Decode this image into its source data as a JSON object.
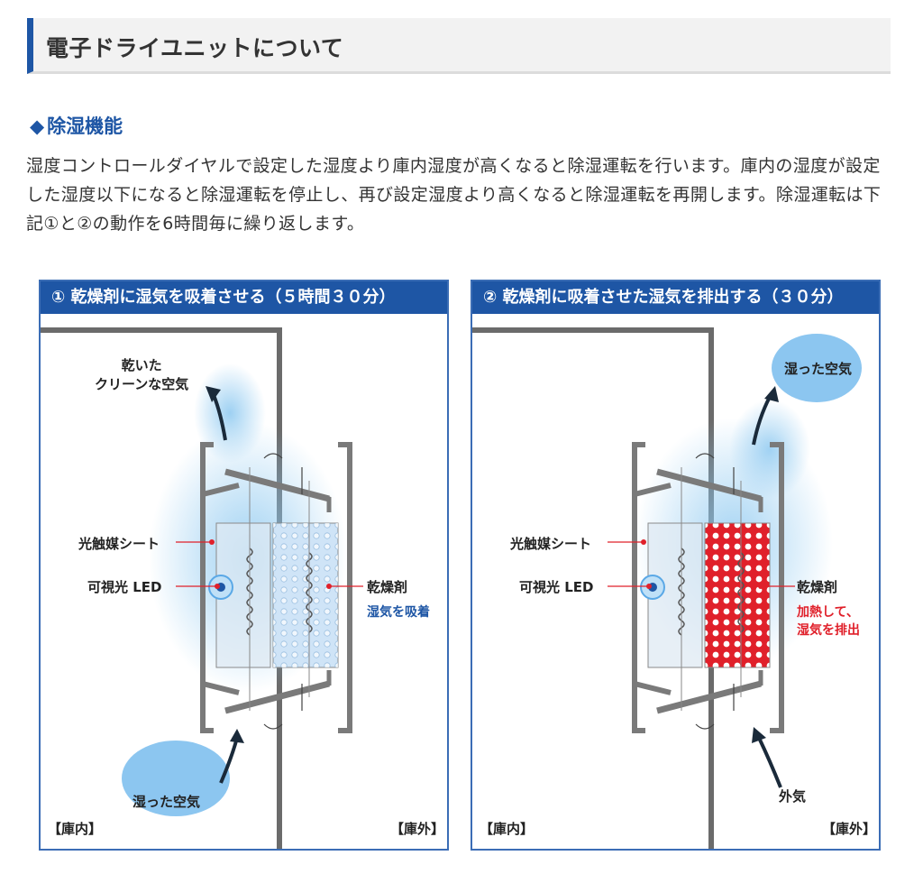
{
  "header": {
    "title": "電子ドライユニットについて"
  },
  "section": {
    "marker": "◆",
    "title": "除湿機能",
    "description": "湿度コントロールダイヤルで設定した湿度より庫内湿度が高くなると除湿運転を行います。庫内の湿度が設定した湿度以下になると除湿運転を停止し、再び設定湿度より高くなると除湿運転を再開します。除湿運転は下記①と②の動作を6時間毎に繰り返します。"
  },
  "panels": [
    {
      "title": "① 乾燥剤に湿気を吸着させる（５時間３０分）",
      "dry_air_line1": "乾いた",
      "dry_air_line2": "クリーンな空気",
      "photocatalyst": "光触媒シート",
      "led": "可視光 LED",
      "desiccant": "乾燥剤",
      "desiccant_note": "湿気を吸着",
      "humid_air": "湿った空気",
      "inside": "【庫内】",
      "outside": "【庫外】"
    },
    {
      "title": "② 乾燥剤に吸着させた湿気を排出する（３０分）",
      "humid_air": "湿った空気",
      "photocatalyst": "光触媒シート",
      "led": "可視光 LED",
      "desiccant": "乾燥剤",
      "desiccant_note_line1": "加熱して、",
      "desiccant_note_line2": "湿気を排出",
      "outside_air": "外気",
      "inside": "【庫内】",
      "outside": "【庫外】"
    }
  ],
  "colors": {
    "accent": "#1e56a5",
    "heat": "#e0202a",
    "mist": "#8cc8f0"
  }
}
